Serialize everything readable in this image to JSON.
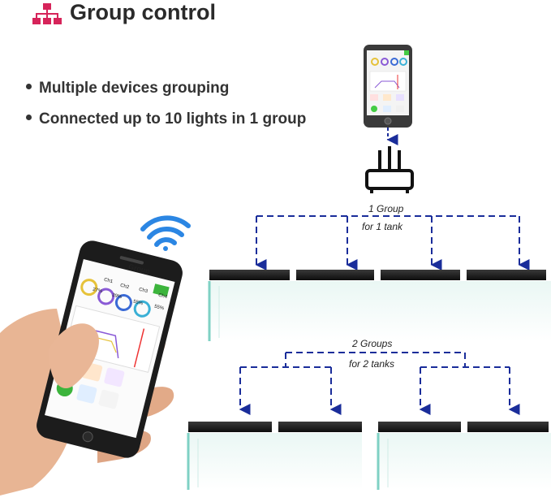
{
  "header": {
    "title": "Group control",
    "icon": "hierarchy-icon",
    "icon_color": "#d6245a"
  },
  "bullets": [
    "Multiple devices grouping",
    "Connected up to 10 lights in 1 group"
  ],
  "diagram": {
    "group1": {
      "line1": "1 Group",
      "line2": "for 1 tank"
    },
    "group2": {
      "line1": "2 Groups",
      "line2": "for 2 tanks"
    },
    "connector_color": "#1a2d9a",
    "phone_app_title": "Group",
    "channels": [
      {
        "name": "Ch1",
        "value": "27%"
      },
      {
        "name": "Ch2",
        "value": "39%"
      },
      {
        "name": "Ch3",
        "value": "55%"
      },
      {
        "name": "Ch4",
        "value": "55%"
      }
    ]
  }
}
